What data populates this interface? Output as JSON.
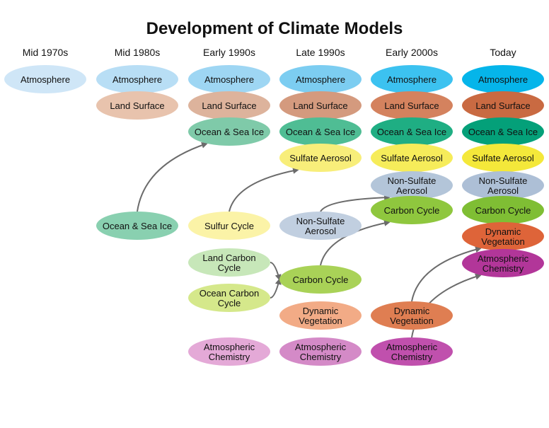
{
  "title": "Development of Climate Models",
  "columns": [
    {
      "label": "Mid 1970s",
      "nodes": [
        {
          "key": "atm",
          "lines": [
            "Atmosphere"
          ],
          "color": "#cfe6f7"
        }
      ]
    },
    {
      "label": "Mid 1980s",
      "nodes": [
        {
          "key": "atm",
          "lines": [
            "Atmosphere"
          ],
          "color": "#b8def5"
        },
        {
          "key": "land",
          "lines": [
            "Land Surface"
          ],
          "color": "#e8c3ad"
        },
        {
          "key": "ocean_new",
          "lines": [
            "Ocean & Sea Ice"
          ],
          "color": "#89d0b0"
        }
      ]
    },
    {
      "label": "Early 1990s",
      "nodes": [
        {
          "key": "atm",
          "lines": [
            "Atmosphere"
          ],
          "color": "#9ed6f3"
        },
        {
          "key": "land",
          "lines": [
            "Land Surface"
          ],
          "color": "#ddb39c"
        },
        {
          "key": "ocean",
          "lines": [
            "Ocean & Sea Ice"
          ],
          "color": "#7fcaa9"
        },
        {
          "key": "sulfur_new",
          "lines": [
            "Sulfur Cycle"
          ],
          "color": "#fbf3a7"
        },
        {
          "key": "landcarbon_new",
          "lines": [
            "Land Carbon",
            "Cycle"
          ],
          "color": "#c7e7b9"
        },
        {
          "key": "oceancarbon_new",
          "lines": [
            "Ocean Carbon",
            "Cycle"
          ],
          "color": "#d5e88b"
        },
        {
          "key": "atmchem_new",
          "lines": [
            "Atmospheric",
            "Chemistry"
          ],
          "color": "#e4a9d7"
        }
      ]
    },
    {
      "label": "Late 1990s",
      "nodes": [
        {
          "key": "atm",
          "lines": [
            "Atmosphere"
          ],
          "color": "#7ccdf1"
        },
        {
          "key": "land",
          "lines": [
            "Land Surface"
          ],
          "color": "#d49a7e"
        },
        {
          "key": "ocean",
          "lines": [
            "Ocean & Sea Ice"
          ],
          "color": "#4fbd94"
        },
        {
          "key": "sulfate",
          "lines": [
            "Sulfate Aerosol"
          ],
          "color": "#f8ee7a"
        },
        {
          "key": "nonsulf_new",
          "lines": [
            "Non-Sulfate",
            "Aerosol"
          ],
          "color": "#c1cfe0"
        },
        {
          "key": "carbon_new",
          "lines": [
            "Carbon Cycle"
          ],
          "color": "#a9d257"
        },
        {
          "key": "dynveg_new",
          "lines": [
            "Dynamic",
            "Vegetation"
          ],
          "color": "#f2ab86"
        },
        {
          "key": "atmchem_new",
          "lines": [
            "Atmospheric",
            "Chemistry"
          ],
          "color": "#d48ac7"
        }
      ]
    },
    {
      "label": "Early 2000s",
      "nodes": [
        {
          "key": "atm",
          "lines": [
            "Atmosphere"
          ],
          "color": "#3cc2f0"
        },
        {
          "key": "land",
          "lines": [
            "Land Surface"
          ],
          "color": "#d4825e"
        },
        {
          "key": "ocean",
          "lines": [
            "Ocean & Sea Ice"
          ],
          "color": "#1fae83"
        },
        {
          "key": "sulfate",
          "lines": [
            "Sulfate Aerosol"
          ],
          "color": "#f6ec5a"
        },
        {
          "key": "nonsulf",
          "lines": [
            "Non-Sulfate",
            "Aerosol"
          ],
          "color": "#b3c5d9"
        },
        {
          "key": "carbon",
          "lines": [
            "Carbon Cycle"
          ],
          "color": "#8fc73e"
        },
        {
          "key": "dynveg_new",
          "lines": [
            "Dynamic",
            "Vegetation"
          ],
          "color": "#df7e52"
        },
        {
          "key": "atmchem_new",
          "lines": [
            "Atmospheric",
            "Chemistry"
          ],
          "color": "#c050ad"
        }
      ]
    },
    {
      "label": "Today",
      "nodes": [
        {
          "key": "atm",
          "lines": [
            "Atmosphere"
          ],
          "color": "#05b5ea"
        },
        {
          "key": "land",
          "lines": [
            "Land Surface"
          ],
          "color": "#c96a42"
        },
        {
          "key": "ocean",
          "lines": [
            "Ocean & Sea Ice"
          ],
          "color": "#04a079"
        },
        {
          "key": "sulfate",
          "lines": [
            "Sulfate Aerosol"
          ],
          "color": "#f4e83a"
        },
        {
          "key": "nonsulf",
          "lines": [
            "Non-Sulfate",
            "Aerosol"
          ],
          "color": "#adbfd6"
        },
        {
          "key": "carbon",
          "lines": [
            "Carbon Cycle"
          ],
          "color": "#7fbe34"
        },
        {
          "key": "dynveg",
          "lines": [
            "Dynamic",
            "Vegetation"
          ],
          "color": "#de6439"
        },
        {
          "key": "atmchem",
          "lines": [
            "Atmospheric",
            "Chemistry"
          ],
          "color": "#b23699"
        }
      ]
    }
  ],
  "arrows": [
    {
      "from": "1980s.ocean_new",
      "to": "1990s.ocean"
    },
    {
      "from": "1990s.sulfur_new",
      "to": "late1990s.sulfate"
    },
    {
      "from": "late1990s.nonsulf_new",
      "to": "2000s.nonsulf"
    },
    {
      "from": "1990s.landcarbon_new",
      "to": "late1990s.carbon_new"
    },
    {
      "from": "1990s.oceancarbon_new",
      "to": "late1990s.carbon_new"
    },
    {
      "from": "late1990s.carbon_new",
      "to": "2000s.carbon"
    },
    {
      "from": "2000s.dynveg_new",
      "to": "today.dynveg"
    },
    {
      "from": "2000s.atmchem_new",
      "to": "today.atmchem"
    }
  ],
  "colors": {
    "arrow": "#6b6b6b",
    "text": "#111111"
  }
}
